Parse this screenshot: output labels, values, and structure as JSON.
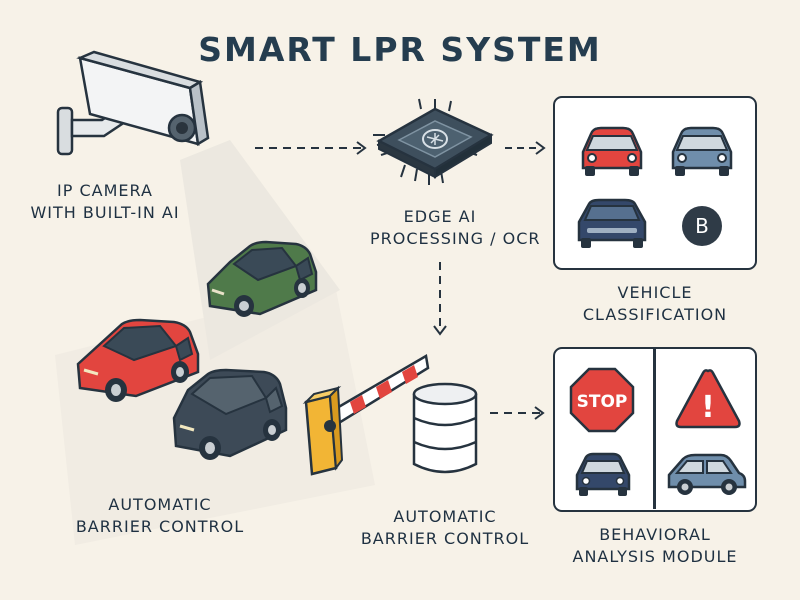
{
  "title": "SMART LPR SYSTEM",
  "camera": {
    "label_line1": "IP CAMERA",
    "label_line2": "WITH BUILT-IN AI",
    "icon": "security-camera-icon"
  },
  "edge": {
    "label_line1": "EDGE AI",
    "label_line2": "PROCESSING / OCR",
    "icon": "ai-chip-icon"
  },
  "classification": {
    "label_line1": "VEHICLE",
    "label_line2": "CLASSIFICATION",
    "badge": "B"
  },
  "barrier": {
    "label_line1": "AUTOMATIC",
    "label_line2": "BARRIER CONTROL",
    "icon": "boom-barrier-icon"
  },
  "database": {
    "label_line1": "AUTOMATIC",
    "label_line2": "BARRIER CONTROL",
    "icon": "database-icon"
  },
  "behavior": {
    "label_line1": "BEHAVIORAL",
    "label_line2": "ANALYSIS MODULE",
    "stop_text": "STOP",
    "warning_mark": "!"
  },
  "colors": {
    "red_car": "#e2453f",
    "blue_car": "#6f8eab",
    "navy_car": "#34486a",
    "green_car": "#4f7a4a",
    "dark_car": "#3d4a57",
    "barrier_yellow": "#f2b535",
    "outline": "#26333f"
  }
}
